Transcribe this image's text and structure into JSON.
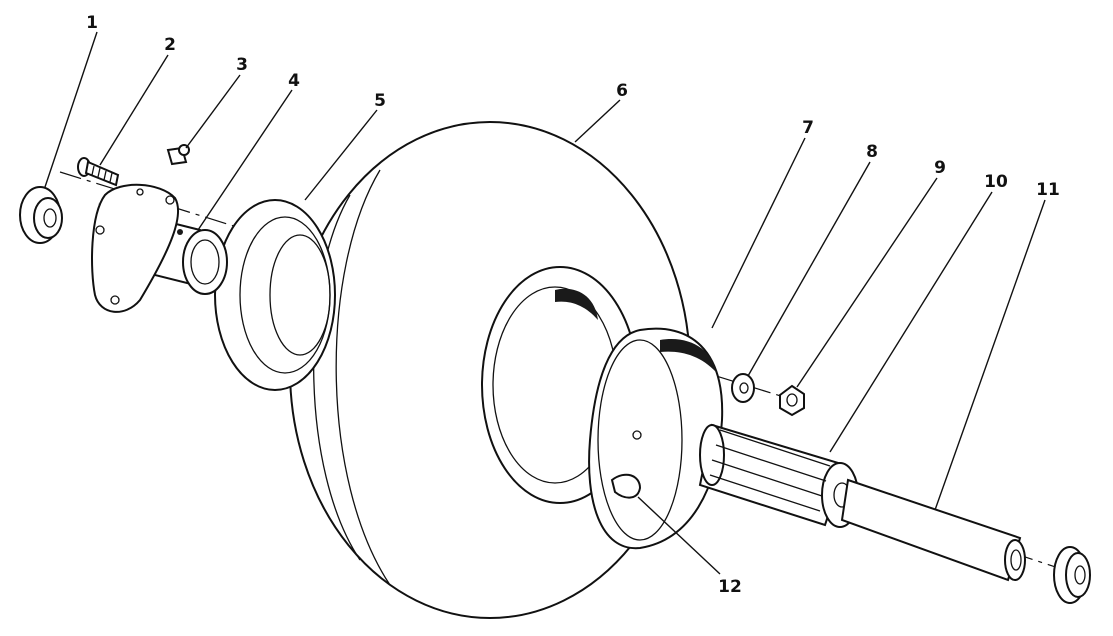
{
  "callouts": [
    "1",
    "2",
    "3",
    "4",
    "5",
    "6",
    "7",
    "8",
    "9",
    "10",
    "11",
    "12"
  ],
  "colors": {
    "ink": "#111111",
    "paper": "#ffffff"
  }
}
